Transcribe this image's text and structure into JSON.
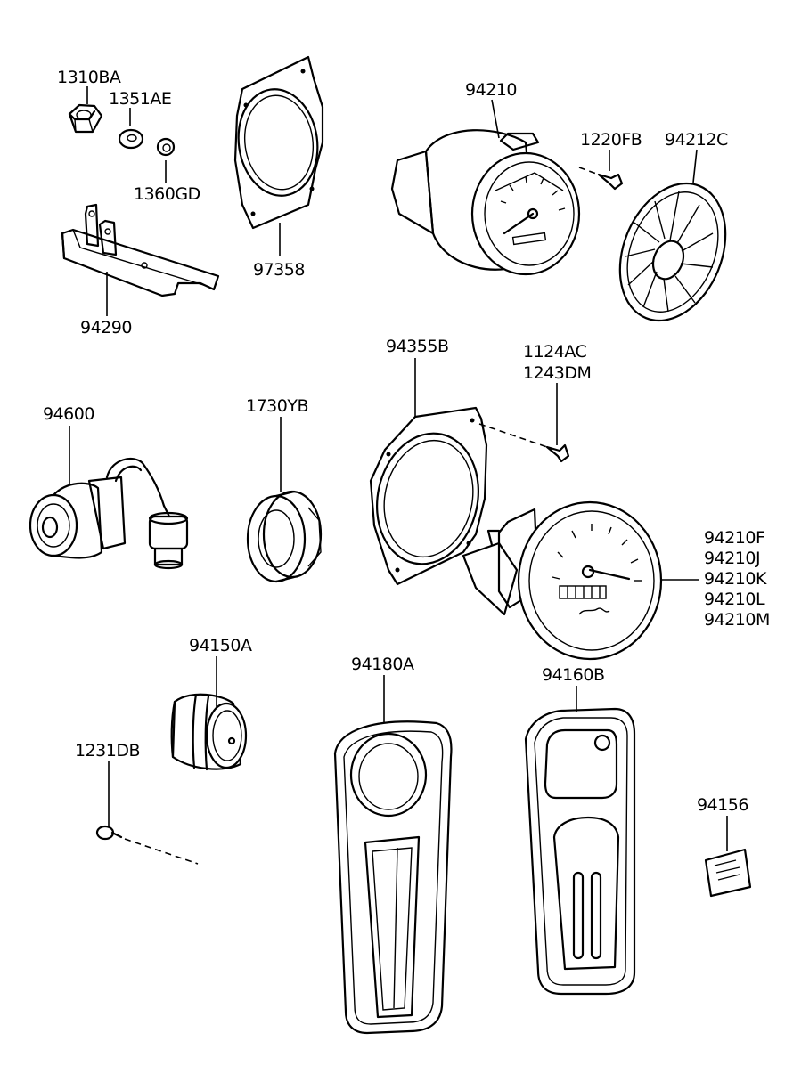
{
  "diagram": {
    "parts": [
      {
        "id": "p1310BA",
        "label": "1310BA"
      },
      {
        "id": "p1351AE",
        "label": "1351AE"
      },
      {
        "id": "p1360GD",
        "label": "1360GD"
      },
      {
        "id": "p94290",
        "label": "94290"
      },
      {
        "id": "p97358",
        "label": "97358"
      },
      {
        "id": "p94210",
        "label": "94210"
      },
      {
        "id": "p1220FB",
        "label": "1220FB"
      },
      {
        "id": "p94212C",
        "label": "94212C"
      },
      {
        "id": "p94355B",
        "label": "94355B"
      },
      {
        "id": "p1124AC",
        "label": "1124AC"
      },
      {
        "id": "p1243DM",
        "label": "1243DM"
      },
      {
        "id": "p94600",
        "label": "94600"
      },
      {
        "id": "p1730YB",
        "label": "1730YB"
      },
      {
        "id": "p94210F",
        "label": "94210F"
      },
      {
        "id": "p94210J",
        "label": "94210J"
      },
      {
        "id": "p94210K",
        "label": "94210K"
      },
      {
        "id": "p94210L",
        "label": "94210L"
      },
      {
        "id": "p94210M",
        "label": "94210M"
      },
      {
        "id": "p94150A",
        "label": "94150A"
      },
      {
        "id": "p94180A",
        "label": "94180A"
      },
      {
        "id": "p94160B",
        "label": "94160B"
      },
      {
        "id": "p1231DB",
        "label": "1231DB"
      },
      {
        "id": "p94156",
        "label": "94156"
      }
    ]
  }
}
